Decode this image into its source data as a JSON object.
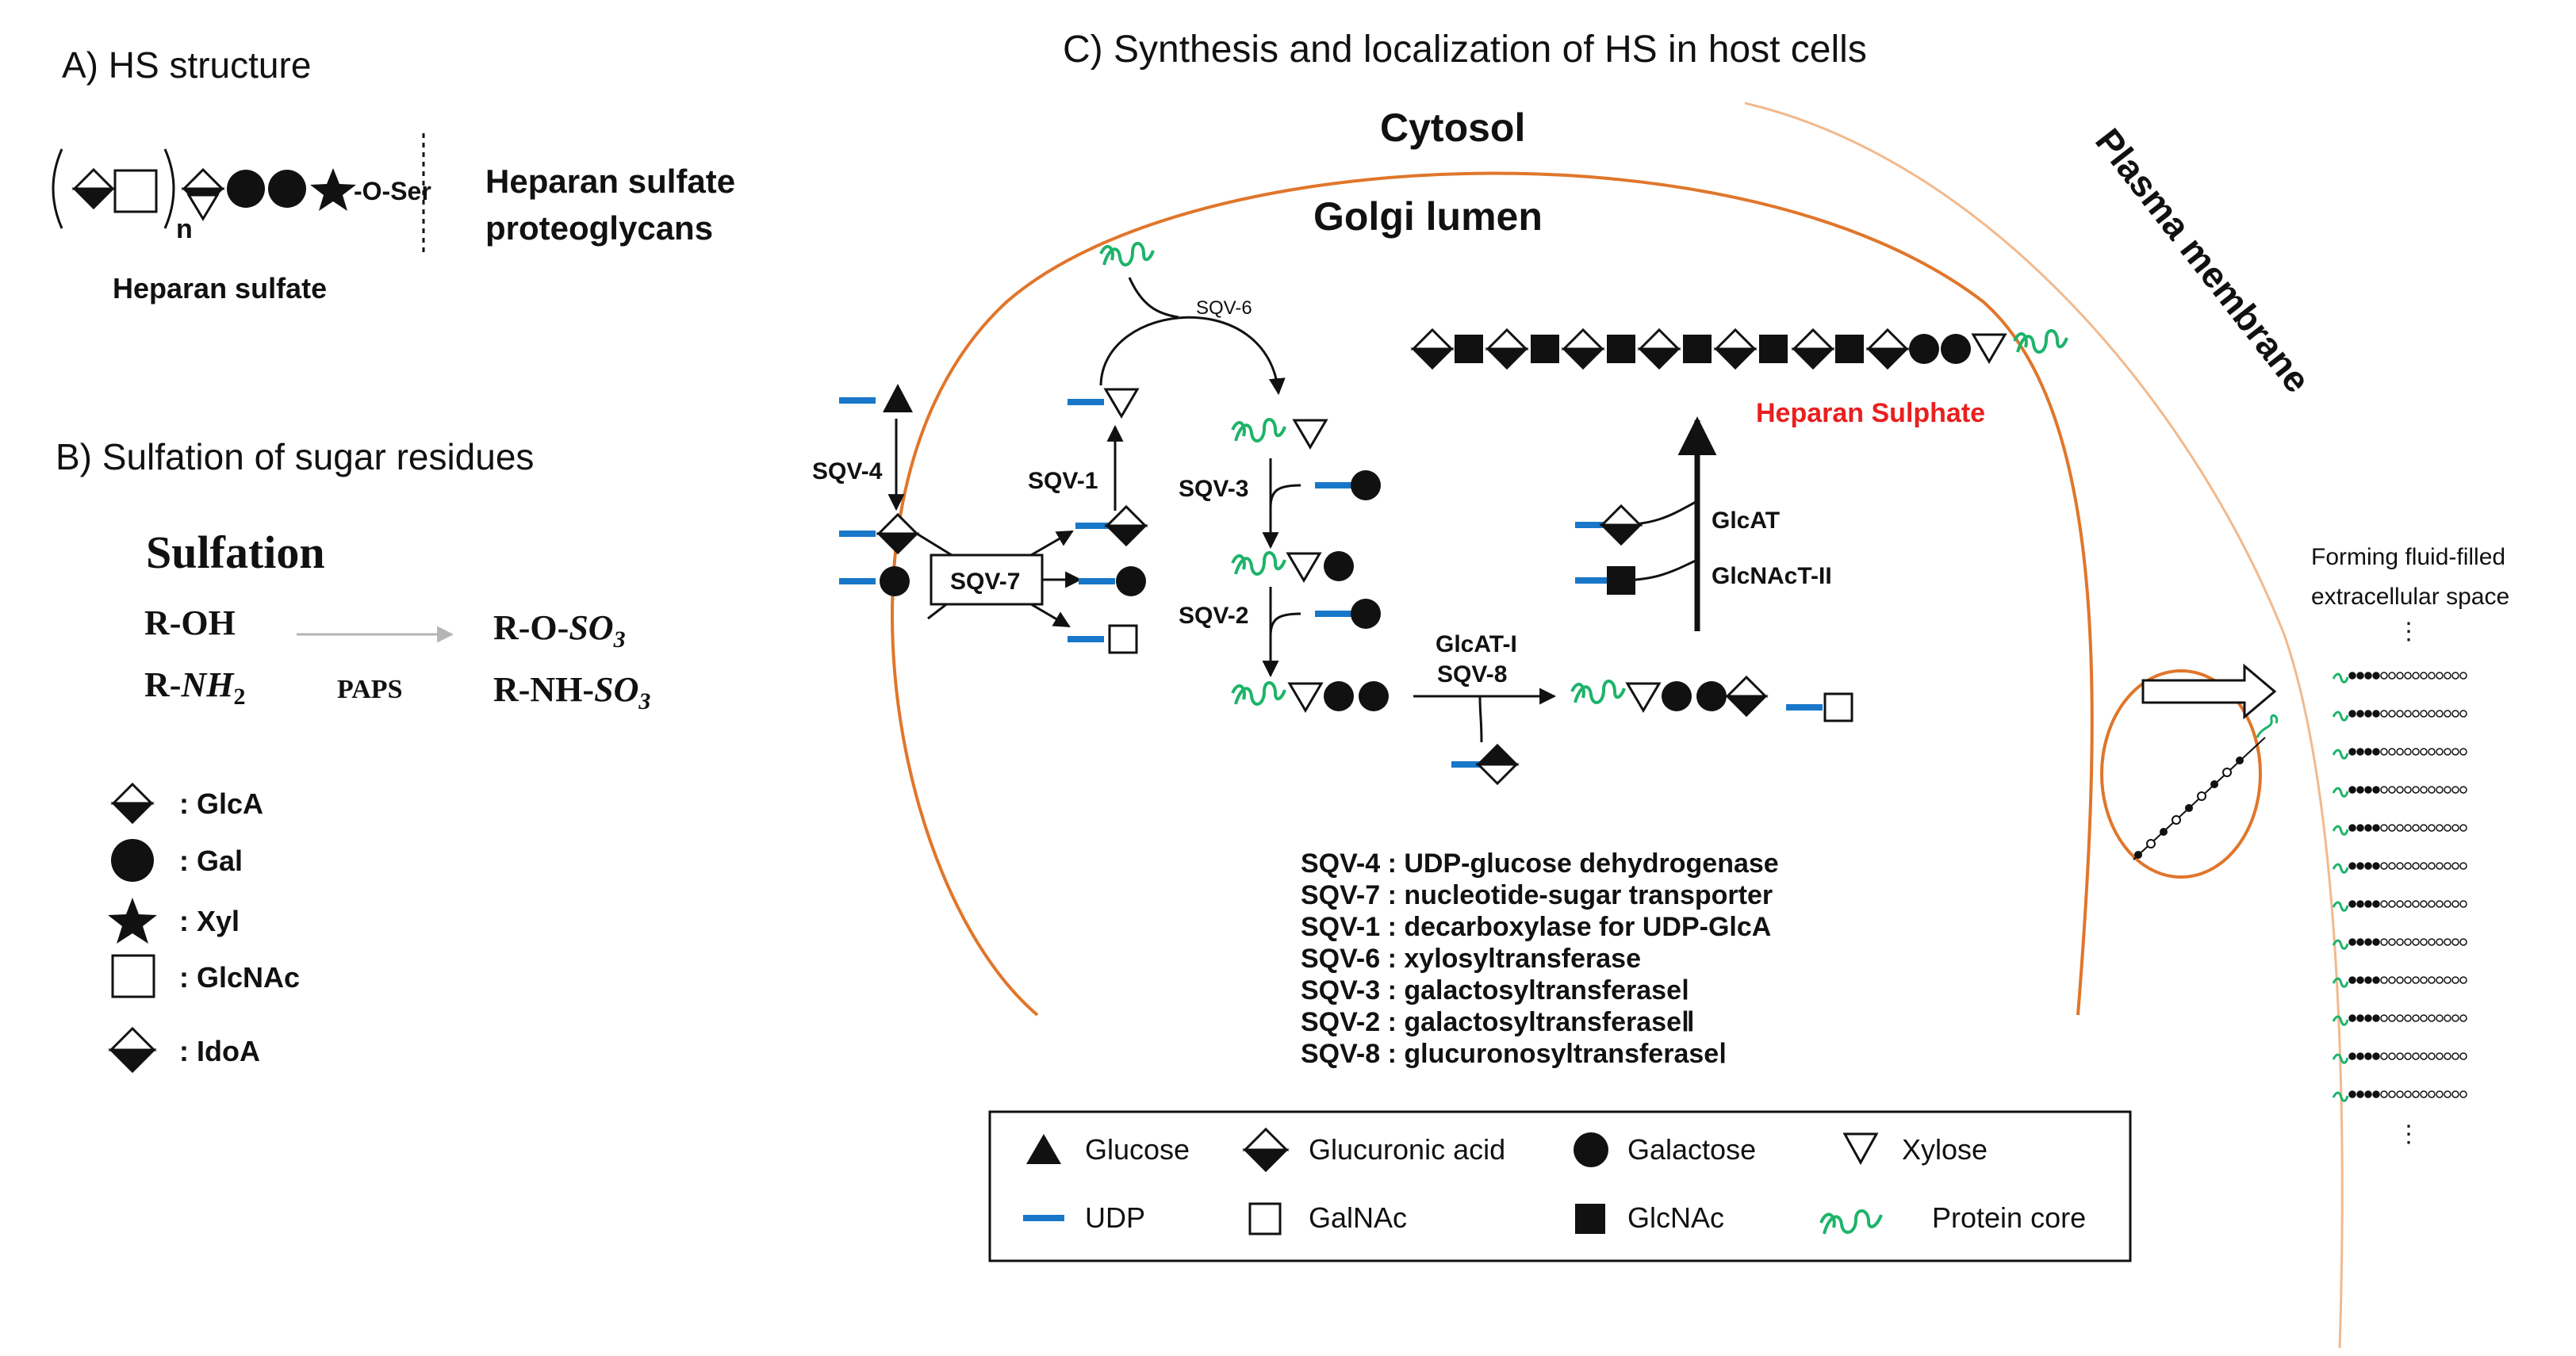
{
  "colors": {
    "membrane": "#E0762B",
    "plasma": "#F2B98C",
    "udp": "#1877C9",
    "protein": "#1DB46A",
    "red": "#E8201F"
  },
  "panelA": {
    "title": "A) HS structure",
    "n": "n",
    "oser": "-O-Ser",
    "hs_label": "Heparan sulfate",
    "hspg_line1": "Heparan sulfate",
    "hspg_line2": "proteoglycans"
  },
  "panelB": {
    "title": "B) Sulfation of sugar residues",
    "sulfation": "Sulfation",
    "roh": "R-OH",
    "rnh2_base": "R-",
    "rnh2_sub": "NH",
    "rnh2_sub2": "2",
    "paps": "PAPS",
    "roso3_base": "R-O-",
    "roso3_ital": "SO",
    "roso3_sub": "3",
    "rnhso3_base": "R-NH-",
    "rnhso3_ital": "SO",
    "rnhso3_sub": "3",
    "legend": [
      {
        "icon": "glca-icon",
        "label": ": GlcA"
      },
      {
        "icon": "gal-icon",
        "label": ": Gal"
      },
      {
        "icon": "xyl-icon",
        "label": ": Xyl"
      },
      {
        "icon": "glcnac-icon",
        "label": ": GlcNAc"
      },
      {
        "icon": "idoa-icon",
        "label": ": IdoA"
      }
    ]
  },
  "panelC": {
    "title": "C) Synthesis and localization of HS in host cells",
    "cytosol": "Cytosol",
    "golgi": "Golgi lumen",
    "plasma": "Plasma membrane",
    "sqv6": "SQV-6",
    "sqv4": "SQV-4",
    "sqv1": "SQV-1",
    "sqv7": "SQV-7",
    "sqv3": "SQV-3",
    "sqv2": "SQV-2",
    "glcat_i": "GlcAT-I",
    "sqv8": "SQV-8",
    "glcat": "GlcAT",
    "glcnact": "GlcNAcT-II",
    "heparan": "Heparan Sulphate",
    "forming1": "Forming fluid-filled",
    "forming2": "extracellular space",
    "ellipsis": "⋮",
    "enzymes": [
      "SQV-4 : UDP-glucose dehydrogenase",
      "SQV-7 : nucleotide-sugar transporter",
      "SQV-1 : decarboxylase for UDP-GlcA",
      "SQV-6 : xylosyltransferase",
      "SQV-3 : galactosyltransferaseⅠ",
      "SQV-2 : galactosyltransferaseⅡ",
      "SQV-8 : glucuronosyltransferaseⅠ"
    ],
    "legend": [
      {
        "icon": "glucose-icon",
        "label": "Glucose"
      },
      {
        "icon": "glucuronic-acid-icon",
        "label": "Glucuronic acid"
      },
      {
        "icon": "galactose-icon",
        "label": "Galactose"
      },
      {
        "icon": "xylose-icon",
        "label": "Xylose"
      },
      {
        "icon": "udp-icon",
        "label": "UDP"
      },
      {
        "icon": "galnac-icon",
        "label": "GalNAc"
      },
      {
        "icon": "glcnac-filled-icon",
        "label": "GlcNAc"
      },
      {
        "icon": "protein-core-icon",
        "label": "Protein core"
      }
    ]
  }
}
